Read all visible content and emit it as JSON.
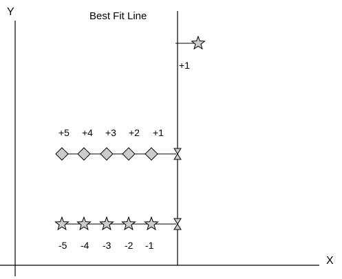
{
  "axes": {
    "x_label": "X",
    "y_label": "Y"
  },
  "best_fit_line": {
    "label": "Best Fit Line"
  },
  "outlier_point": {
    "label": "+1"
  },
  "positive_row": {
    "labels": [
      "+5",
      "+4",
      "+3",
      "+2",
      "+1"
    ]
  },
  "negative_row": {
    "labels": [
      "-5",
      "-4",
      "-3",
      "-2",
      "-1"
    ]
  },
  "colors": {
    "marker_fill": "#cccccc",
    "stroke": "#000000",
    "background": "#ffffff"
  }
}
